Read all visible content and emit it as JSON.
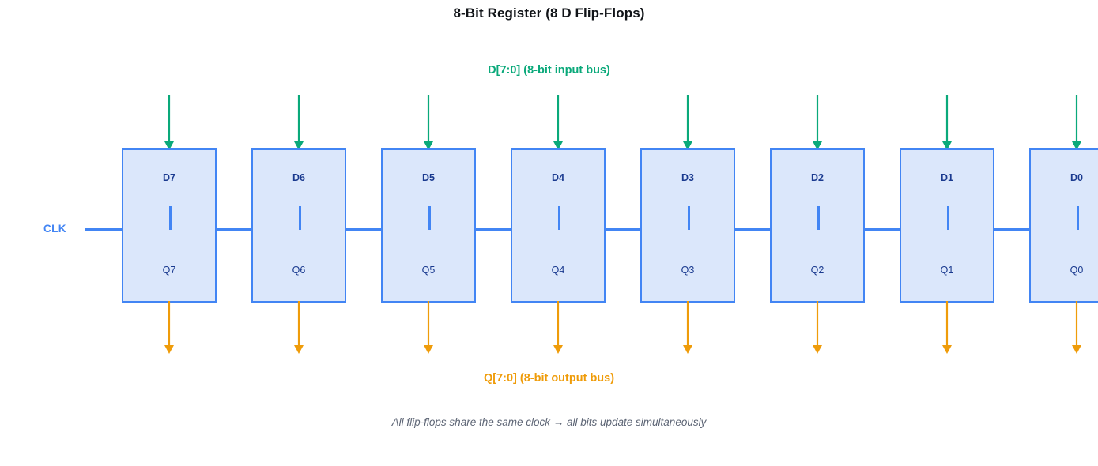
{
  "title": "8-Bit Register (8 D Flip-Flops)",
  "input_bus_label": "D[7:0] (8-bit input bus)",
  "output_bus_label": "Q[7:0] (8-bit output bus)",
  "clock_label": "CLK",
  "footer_note": "All flip-flops share the same clock → all bits update simultaneously",
  "colors": {
    "box_fill": "#dbe7fb",
    "box_border": "#4285f4",
    "clock_line": "#4285f4",
    "input_arrow": "#0aa97a",
    "output_arrow": "#ef9c0a",
    "label_text": "#1a3a8f",
    "title_text": "#111418",
    "footer_text": "#5d6575"
  },
  "flipflops": [
    {
      "d": "D7",
      "q": "Q7"
    },
    {
      "d": "D6",
      "q": "Q6"
    },
    {
      "d": "D5",
      "q": "Q5"
    },
    {
      "d": "D4",
      "q": "Q4"
    },
    {
      "d": "D3",
      "q": "Q3"
    },
    {
      "d": "D2",
      "q": "Q2"
    },
    {
      "d": "D1",
      "q": "Q1"
    },
    {
      "d": "D0",
      "q": "Q0"
    }
  ]
}
